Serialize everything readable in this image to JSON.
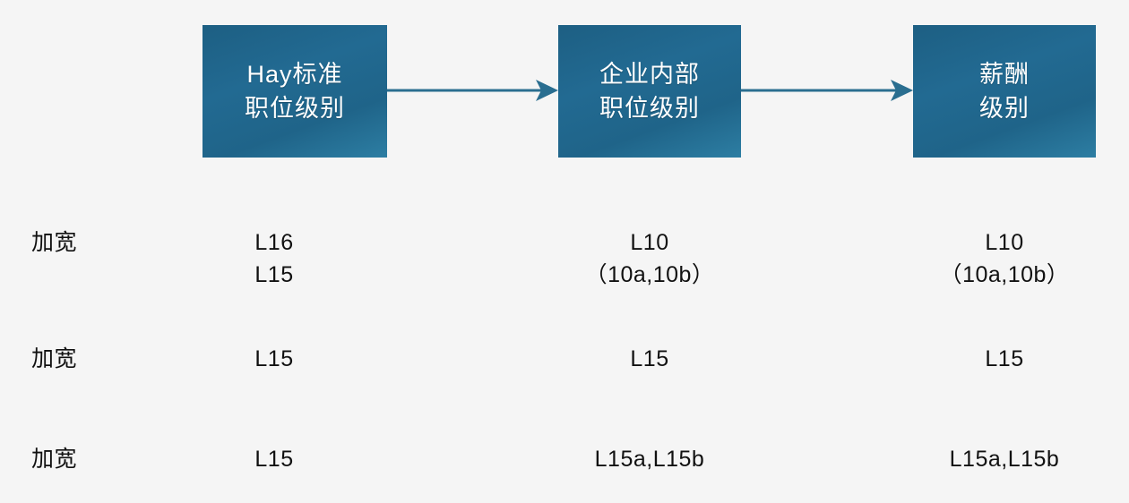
{
  "page": {
    "background_color": "#f5f5f5",
    "box_color": "#21688f",
    "arrow_color": "#2a6e90",
    "text_color": "#111111"
  },
  "flow": {
    "boxes": [
      {
        "name": "hay-standard-grade",
        "line1": "Hay标准",
        "line2": "职位级别"
      },
      {
        "name": "internal-position-grade",
        "line1": "企业内部",
        "line2": "职位级别"
      },
      {
        "name": "pay-grade",
        "line1": "薪酬",
        "line2": "级别"
      }
    ],
    "arrows": [
      {
        "name": "arrow-hay-to-internal",
        "glyph": "arrow-right-icon"
      },
      {
        "name": "arrow-internal-to-pay",
        "glyph": "arrow-right-icon"
      }
    ]
  },
  "rows": [
    {
      "label": "加宽",
      "hay_line1": "L16",
      "hay_line2": "L15",
      "internal_line1": "L10",
      "internal_line2": "（10a,10b）",
      "pay_line1": "L10",
      "pay_line2": "（10a,10b）"
    },
    {
      "label": "加宽",
      "hay_line1": "L15",
      "hay_line2": "",
      "internal_line1": "L15",
      "internal_line2": "",
      "pay_line1": "L15",
      "pay_line2": ""
    },
    {
      "label": "加宽",
      "hay_line1": "L15",
      "hay_line2": "",
      "internal_line1": "L15a,L15b",
      "internal_line2": "",
      "pay_line1": "L15a,L15b",
      "pay_line2": ""
    }
  ]
}
